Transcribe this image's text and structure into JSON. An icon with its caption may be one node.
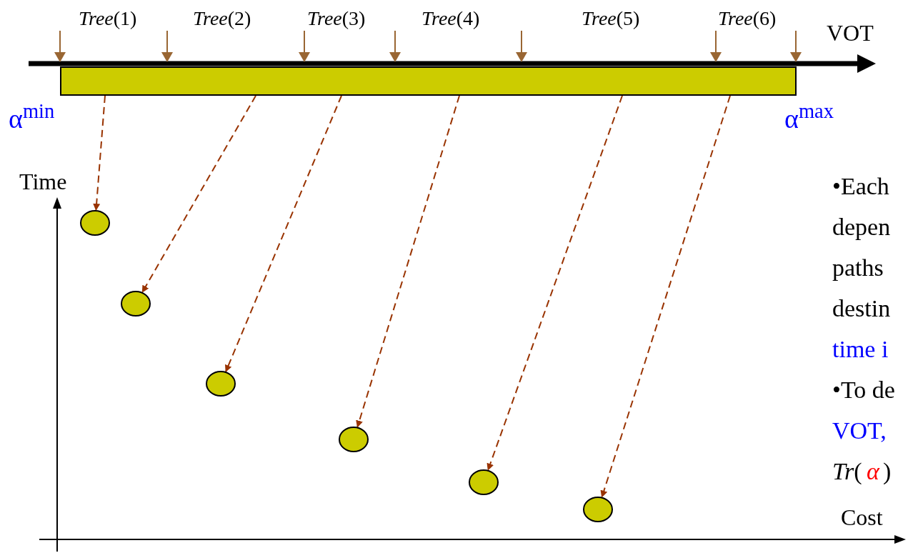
{
  "diagram": {
    "nodes": [
      {
        "text": [],
        "shape": "bar"
      },
      {
        "text": [],
        "shape": "circle"
      },
      {
        "text": [],
        "shape": "circle"
      },
      {
        "text": [],
        "shape": "circle"
      },
      {
        "text": [],
        "shape": "circle"
      },
      {
        "text": [],
        "shape": "circle"
      },
      {
        "text": [],
        "shape": "circle"
      }
    ],
    "edges": [
      {
        "from": 0,
        "to": 1,
        "arrow": "to",
        "style": "dashed",
        "color": "#993300"
      },
      {
        "from": 0,
        "to": 2,
        "arrow": "to",
        "style": "dashed",
        "color": "#993300"
      },
      {
        "from": 0,
        "to": 3,
        "arrow": "to",
        "style": "dashed",
        "color": "#993300"
      },
      {
        "from": 0,
        "to": 4,
        "arrow": "to",
        "style": "dashed",
        "color": "#993300"
      },
      {
        "from": 0,
        "to": 5,
        "arrow": "to",
        "style": "dashed",
        "color": "#993300"
      },
      {
        "from": 0,
        "to": 6,
        "arrow": "to",
        "style": "dashed",
        "color": "#993300"
      }
    ],
    "labels": [
      "*Tree*(1)",
      "*Tree*(2)",
      "*Tree*(3)",
      "*Tree*(4)",
      "*Tree*(5)",
      "*Tree*(6)",
      "VOT",
      "α$^{min}$",
      "α$^{max}$",
      "Time",
      "•Each",
      "depen",
      "paths",
      "destin",
      "time i",
      "•To de",
      "VOT,",
      "*Tr*(",
      "α",
      ")",
      "Cost"
    ]
  }
}
